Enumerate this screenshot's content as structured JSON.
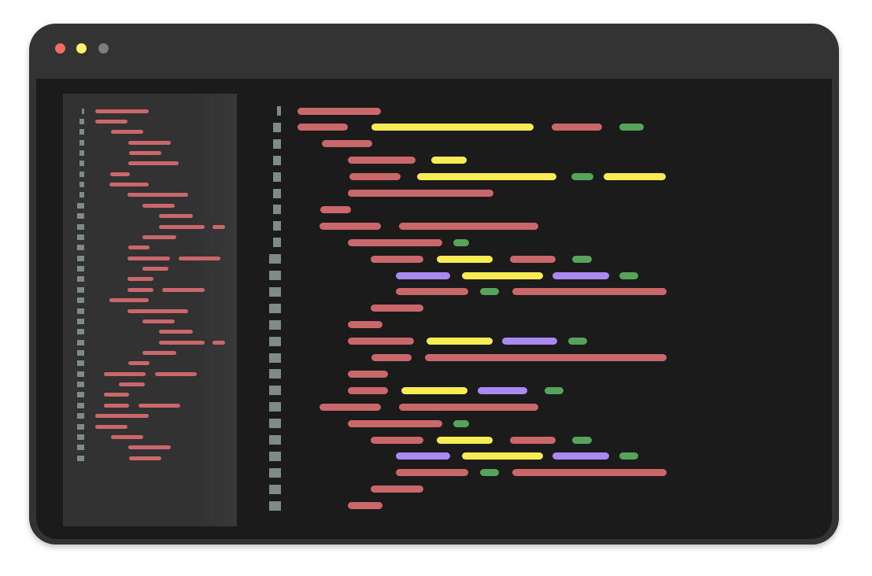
{
  "window": {
    "controls": [
      {
        "name": "close",
        "color": "#f26a63"
      },
      {
        "name": "minimize",
        "color": "#f8f36a"
      },
      {
        "name": "maximize",
        "color": "#7c7c7c"
      }
    ]
  },
  "theme": {
    "frame": "#333333",
    "editor_background": "#1b1b1b",
    "minimap_background": "#333333",
    "gutter_marker": "#7f8b86",
    "token_colors": {
      "keyword": "#c9676a",
      "string": "#f8ec55",
      "number": "#56a35c",
      "identifier": "#a988f0"
    }
  }
}
